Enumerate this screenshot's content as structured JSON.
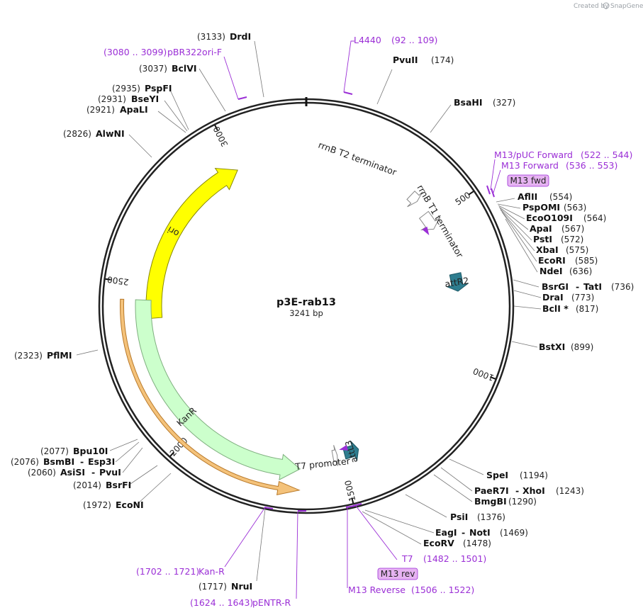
{
  "credit": {
    "text": "Created by",
    "brand": "SnapGene"
  },
  "map": {
    "name": "p3E-rab13",
    "length_label": "3241 bp",
    "length": 3241
  },
  "ticks": [
    {
      "bp": 500,
      "label": "500"
    },
    {
      "bp": 1000,
      "label": "1000"
    },
    {
      "bp": 1500,
      "label": "1500"
    },
    {
      "bp": 2000,
      "label": "2000"
    },
    {
      "bp": 2500,
      "label": "2500"
    },
    {
      "bp": 3000,
      "label": "3000"
    }
  ],
  "features": [
    {
      "id": "ori",
      "label": "ori",
      "start": 2390,
      "end": 3000,
      "color": "#ffff00",
      "stroke": "#888800",
      "direction": "cw",
      "ring": 215
    },
    {
      "id": "kanr",
      "label": "KanR",
      "start": 1640,
      "end": 2450,
      "color": "#ccffcc",
      "stroke": "#7faf7f",
      "direction": "ccw",
      "ring": 230
    },
    {
      "id": "attr2",
      "label": "attR2",
      "start": 700,
      "end": 760,
      "color": "#2e7d8f",
      "stroke": "#1d5866",
      "direction": "cw",
      "ring": 215
    },
    {
      "id": "attl3",
      "label": "attL3",
      "start": 1440,
      "end": 1490,
      "color": "#2e7d8f",
      "stroke": "#1d5866",
      "direction": "ccw",
      "ring": 215
    },
    {
      "id": "rrnbt2",
      "label": "rrnB T2 terminator",
      "start": 390,
      "end": 420,
      "color": "#ffffff",
      "stroke": "#888888",
      "direction": "cw",
      "ring": 215
    },
    {
      "id": "rrnbt1",
      "label": "rrnB T1 terminator",
      "start": 470,
      "end": 530,
      "color": "#ffffff",
      "stroke": "#888888",
      "direction": "cw",
      "ring": 210
    },
    {
      "id": "t7promoter",
      "label": "T7 promoter",
      "start": 1515,
      "end": 1530,
      "color": "#ffffff",
      "stroke": "#888888",
      "direction": "ccw",
      "ring": 215
    }
  ],
  "enzymes_right": [
    {
      "name": "PvuII",
      "pos": "(174)"
    },
    {
      "name": "BsaHI",
      "pos": "(327)"
    },
    {
      "name": "AflII",
      "pos": "(554)"
    },
    {
      "name": "PspOMI",
      "pos": "(563)"
    },
    {
      "name": "EcoO109I",
      "pos": "(564)"
    },
    {
      "name": "ApaI",
      "pos": "(567)"
    },
    {
      "name": "PstI",
      "pos": "(572)"
    },
    {
      "name": "XbaI",
      "pos": "(575)"
    },
    {
      "name": "EcoRI",
      "pos": "(585)"
    },
    {
      "name": "NdeI",
      "pos": "(636)"
    },
    {
      "name": "BsrGI",
      "name2": "TatI",
      "pos": "(736)"
    },
    {
      "name": "DraI",
      "pos": "(773)"
    },
    {
      "name": "BclI *",
      "pos": "(817)"
    },
    {
      "name": "BstXI",
      "pos": "(899)"
    },
    {
      "name": "SpeI",
      "pos": "(1194)"
    },
    {
      "name": "PaeR7I",
      "name2": "XhoI",
      "pos": "(1243)"
    },
    {
      "name": "BmgBI",
      "pos": "(1290)"
    },
    {
      "name": "PsiI",
      "pos": "(1376)"
    },
    {
      "name": "EagI",
      "name2": "NotI",
      "pos": "(1469)"
    },
    {
      "name": "EcoRV",
      "pos": "(1478)"
    }
  ],
  "enzymes_left": [
    {
      "name": "DrdI",
      "pos": "(3133)"
    },
    {
      "name": "BclVI",
      "pos": "(3037)"
    },
    {
      "name": "PspFI",
      "pos": "(2935)"
    },
    {
      "name": "BseYI",
      "pos": "(2931)"
    },
    {
      "name": "ApaLI",
      "pos": "(2921)"
    },
    {
      "name": "AlwNI",
      "pos": "(2826)"
    },
    {
      "name": "PflMI",
      "pos": "(2323)"
    },
    {
      "name": "Bpu10I",
      "pos": "(2077)"
    },
    {
      "name": "BsmBI",
      "name2": "Esp3I",
      "pos": "(2076)"
    },
    {
      "name": "AsiSI",
      "name2": "PvuI",
      "pos": "(2060)"
    },
    {
      "name": "BsrFI",
      "pos": "(2014)"
    },
    {
      "name": "EcoNI",
      "pos": "(1972)"
    },
    {
      "name": "NruI",
      "pos": "(1717)"
    }
  ],
  "primers": [
    {
      "name": "L4440",
      "range": "(92 .. 109)"
    },
    {
      "name": "M13/pUC Forward",
      "range": "(522 .. 544)"
    },
    {
      "name": "M13 Forward",
      "range": "(536 .. 553)"
    },
    {
      "name": "T7",
      "range": "(1482 .. 1501)"
    },
    {
      "name": "M13 Reverse",
      "range": "(1506 .. 1522)"
    },
    {
      "name": "pENTR-R",
      "range": "(1624 .. 1643)"
    },
    {
      "name": "Kan-R",
      "range": "(1702 .. 1721)"
    },
    {
      "name": "pBR322ori-F",
      "range": "(3080 .. 3099)"
    }
  ],
  "boxed_labels": {
    "m13fwd": "M13 fwd",
    "m13rev": "M13 rev"
  },
  "colors": {
    "primer": "#9b2fd6",
    "boxed_fill": "#e6b3f2",
    "backbone": "#222222"
  }
}
